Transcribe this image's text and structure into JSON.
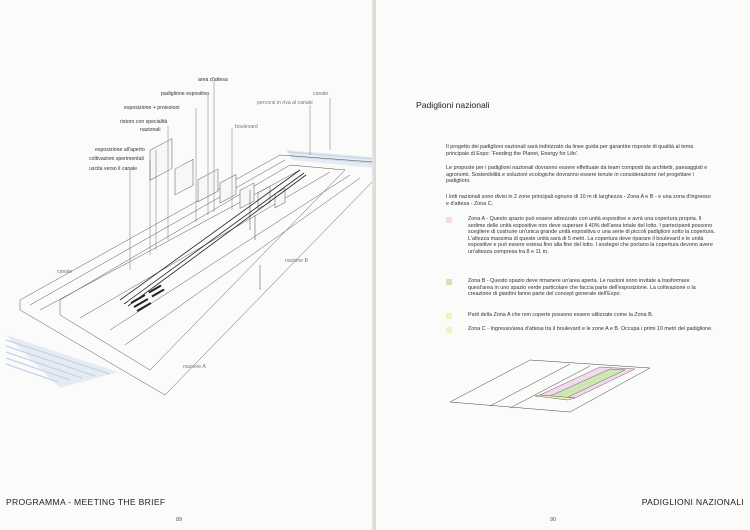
{
  "left_page": {
    "labels": {
      "area_attesa": "area d'attesa",
      "padiglione_espositivo": "padiglione espositivo",
      "esposizione_proiezioni": "esposizione + proiezioni",
      "ristoro_1": "ristoro con specialità",
      "ristoro_2": "nazionali",
      "esposizione_aperto": "esposizione all'aperto",
      "coltivazioni": "coltivazioni sperimentali",
      "uscita_canale": "uscita verso il canale",
      "canale_top": "canale",
      "percorsi_canale": "percorsi in riva al canale",
      "boulevard": "boulevard",
      "canale_left": "canale",
      "nazione_b": "nazione B",
      "nazione_a": "nazione A"
    },
    "footer": "PROGRAMMA - MEETING THE BRIEF",
    "page_number": "89"
  },
  "right_page": {
    "title": "Padiglioni nazionali",
    "paragraphs": [
      "Il progetto dei padiglioni nazionali sarà indirizzato da linee guida per garantire risposte di qualità al tema principale di Expo: 'Feeding the Planet, Energy for Life'.",
      "Le proposte per i padiglioni nazionali dovranno essere effettuate da team composti da architetti, paesaggisti e agronomi. Sostenibilità e soluzioni ecologiche dovranno essere tenute in considerazione nel progettare i padiglioni.",
      "I lotti nazionali sono divisi in 2 zone principali ognuno di 10 m di larghezza - Zona A e B - e una zona d'ingresso e d'attesa - Zona C."
    ],
    "zones": [
      {
        "color": "#f2d9ee",
        "text": "Zona A - Questo spazio può essere attrezzato con unità espositive e avrà una copertura propria. Il sedime delle unità espositive non deve superare il 40% dell'area totale del lotto. I partecipanti possono scegliere di costruire un'unica grande unità espositiva o una serie di piccoli padiglioni sotto la copertura. L'altezza massima di queste unità sarà di 5 metri. La copertura deve riparare il boulevard e le unità espositive e può essere estesa fino alla fine del lotto. I sostegni che portano la copertura devono avere un'altezza compresa tra 8 e 11 m."
      },
      {
        "color": "#cde6b3",
        "text": "Zona B - Questo spazio deve rimanere un'area aperta. Le nazioni sono invitate a trasformare quest'area in uno spazio verde particolare che faccia parte dell'esposizione. La coltivazione o la creazione di giardini fanno parte del concept generale dell'Expo."
      },
      {
        "color": "#f4f0bf",
        "text": "Parti della Zona A che non coperte possono essere utilizzate come la Zona B."
      },
      {
        "color": "#f6f3c2",
        "text": "Zona C - Ingresso/area d'attesa tra il boulevard e le zone A e B. Occupa i primi 10 metri del padiglione."
      }
    ],
    "footer": "PADIGLIONI NAZIONALI",
    "page_number": "90"
  }
}
